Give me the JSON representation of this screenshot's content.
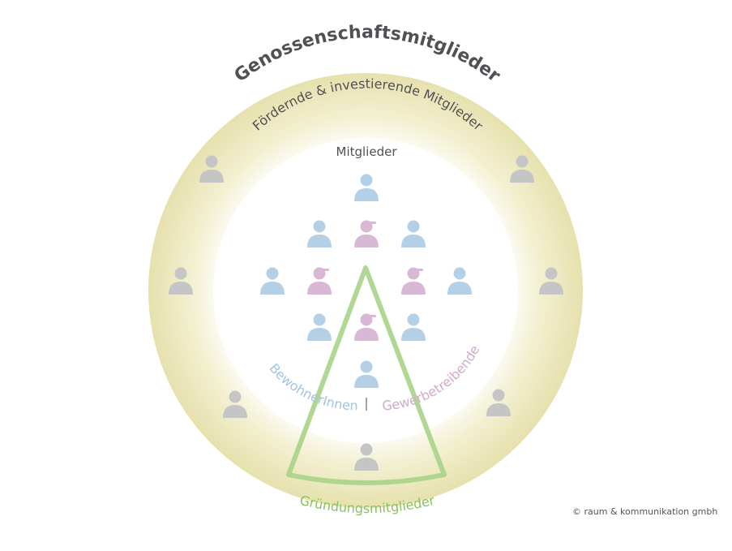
{
  "labels": {
    "outer_title": "Genossenschaftsmitglieder",
    "supporting_members": "Fördernde & investierende Mitglieder",
    "members": "Mitglieder",
    "residents": "BewohnerInnen",
    "separator": "|",
    "businesses": "Gewerbetreibende",
    "founding_members": "Gründungsmitglieder",
    "copyright": "© raum & kommunikation gmbh"
  },
  "colors": {
    "ring": "#e9e5b3",
    "ring_inner_glow": "#fbfaf0",
    "title_text": "#505055",
    "resident": "#b4d0e6",
    "business": "#d9b8d6",
    "investor": "#c5c5c5",
    "founding": "#a9d38a",
    "founding_text": "#86c35a",
    "residents_text": "#a4c3df",
    "businesses_text": "#d2a9cd",
    "separator_text": "#777777"
  },
  "icons": {
    "person": "person-icon"
  }
}
